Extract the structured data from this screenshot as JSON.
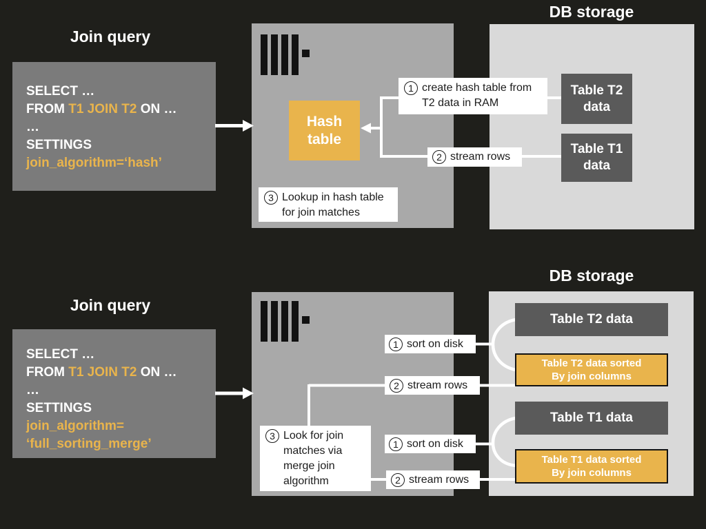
{
  "colors": {
    "background": "#1F1F1B",
    "query_box_gray": "#7B7B7B",
    "server_box_gray": "#A9A9A9",
    "db_storage_gray": "#D9D9D9",
    "table_box_gray": "#5A5A5A",
    "accent_yellow": "#E9B44C",
    "connector_white": "#FFFFFF"
  },
  "hash_panel": {
    "join_query_title": "Join query",
    "query": {
      "line1": "SELECT …",
      "line2_prefix": "FROM ",
      "line2_accent": "T1 JOIN T2",
      "line2_suffix": " ON …",
      "line3": "…",
      "line4": "SETTINGS",
      "line5": "join_algorithm=‘hash’"
    },
    "server": {
      "hash_table_line1": "Hash",
      "hash_table_line2": "table"
    },
    "steps": {
      "step1_number": "1",
      "step1_line1": "create hash table from",
      "step1_line2": "T2 data in RAM",
      "step2_number": "2",
      "step2_label": "stream rows",
      "step3_number": "3",
      "step3_line1": "Lookup in hash table",
      "step3_line2": "for join matches"
    },
    "db_storage_title": "DB storage",
    "tables": {
      "t2_line1": "Table T2",
      "t2_line2": "data",
      "t1_line1": "Table T1",
      "t1_line2": "data"
    }
  },
  "merge_panel": {
    "join_query_title": "Join query",
    "query": {
      "line1": "SELECT …",
      "line2_prefix": "FROM ",
      "line2_accent": "T1 JOIN T2",
      "line2_suffix": " ON …",
      "line3": "…",
      "line4": "SETTINGS",
      "line5": "join_algorithm=",
      "line6": "‘full_sorting_merge’"
    },
    "steps": {
      "sort_t2_number": "1",
      "sort_t2_label": "sort on disk",
      "stream_t2_number": "2",
      "stream_t2_label": "stream rows",
      "step3_number": "3",
      "step3_line1": "Look for join",
      "step3_line2": "matches via",
      "step3_line3": "merge join",
      "step3_line4": "algorithm",
      "sort_t1_number": "1",
      "sort_t1_label": "sort on disk",
      "stream_t1_number": "2",
      "stream_t1_label": "stream rows"
    },
    "db_storage_title": "DB storage",
    "tables": {
      "t2_data": "Table T2 data",
      "t2_sorted_line1": "Table T2 data sorted",
      "t2_sorted_line2": "By join columns",
      "t1_data": "Table T1 data",
      "t1_sorted_line1": "Table T1 data sorted",
      "t1_sorted_line2": "By join columns"
    }
  }
}
